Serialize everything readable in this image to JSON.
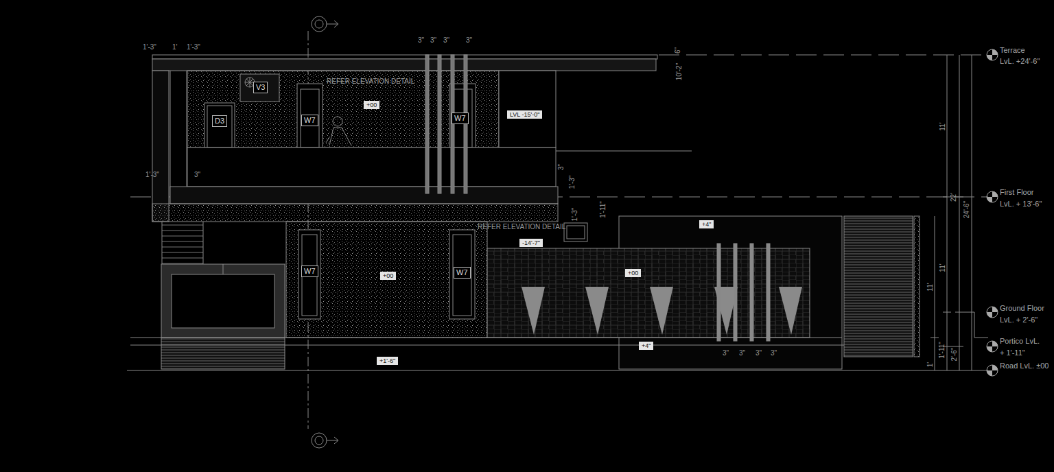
{
  "diagram": {
    "nodes": [
      {
        "text": [
          "V3"
        ]
      },
      {
        "text": [
          "D3"
        ]
      },
      {
        "text": [
          "W7"
        ]
      },
      {
        "text": [
          "+00"
        ]
      },
      {
        "text": [
          "W7"
        ]
      },
      {
        "text": [
          "LVL -15'-0\""
        ]
      },
      {
        "text": [
          "+4\""
        ]
      },
      {
        "text": [
          "-14'-7\""
        ]
      },
      {
        "text": [
          "W7"
        ]
      },
      {
        "text": [
          "+00"
        ]
      },
      {
        "text": [
          "+00"
        ]
      },
      {
        "text": [
          "W7"
        ]
      },
      {
        "text": [
          "+4\""
        ]
      },
      {
        "text": [
          "+1'-6\""
        ]
      }
    ],
    "labels": [
      "1'-3\"",
      "1'",
      "1'-3\"",
      "3\"",
      "3\"",
      "3\"",
      "3\"",
      "6\"",
      "10'-2\"",
      "REFER ELEVATION DETAIL",
      "1'-3\"",
      "3\"",
      "3\"",
      "1'-3\"",
      "1'-3\"",
      "1'-11\"",
      "REFER ELEVATION DETAIL",
      "3\"",
      "3\"",
      "3\"",
      "3\"",
      "Terrace",
      "LvL. +24'-6\"",
      "First Floor",
      "LvL. + 13'-6\"",
      "Ground Floor",
      "LvL. + 2'-6\"",
      "Portico LvL.",
      "+ 1'-11\"",
      "Road LvL. ±00",
      "11'",
      "22'",
      "24'-6\"",
      "11'",
      "11'",
      "1'-11\"",
      "2'-6\"",
      "1'"
    ]
  }
}
